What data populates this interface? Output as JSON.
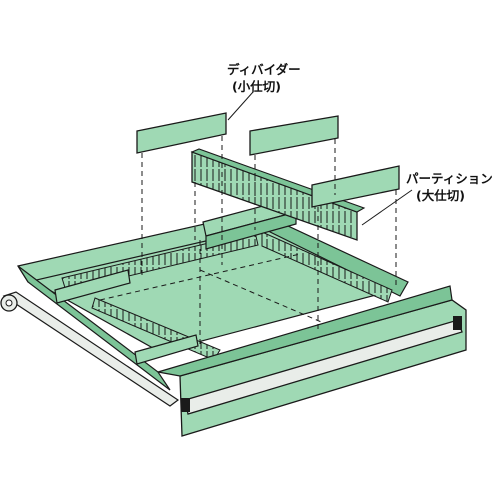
{
  "labels": {
    "divider": "ディバイダー",
    "divider_sub": "(小仕切)",
    "partition": "パーティション",
    "partition_sub": "(大仕切)"
  },
  "colors": {
    "green": "#9fd9b4",
    "green_dark": "#7cc497",
    "outline": "#1a1a1a",
    "handle": "#e9ede9",
    "white": "#ffffff"
  }
}
